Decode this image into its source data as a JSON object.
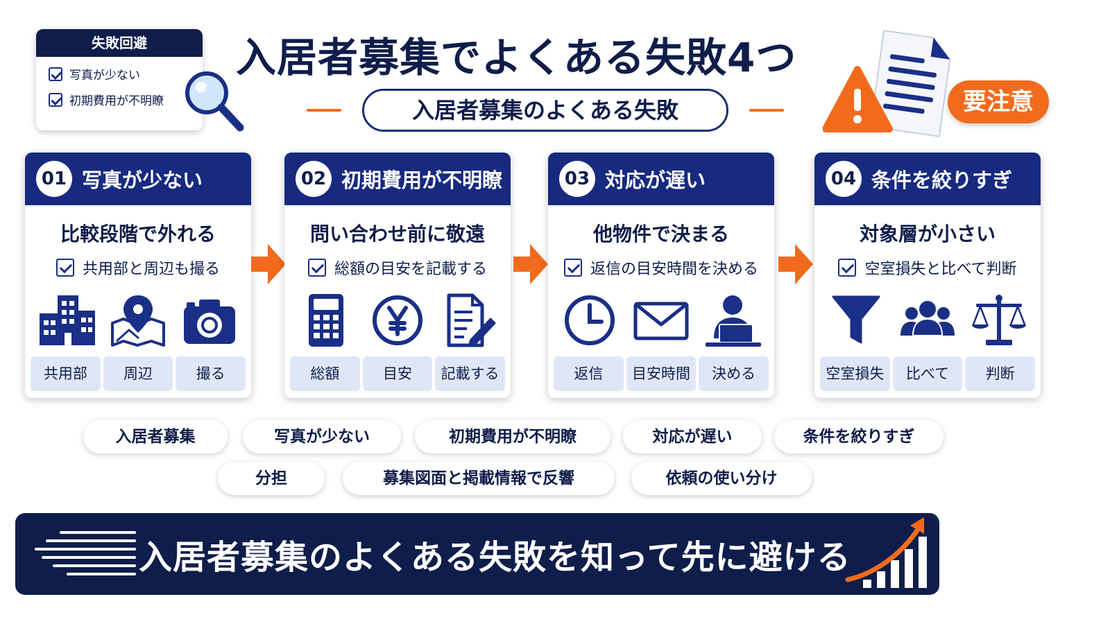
{
  "checklist": {
    "title": "失敗回避",
    "items": [
      "写真が少ない",
      "初期費用が不明瞭"
    ]
  },
  "title": "入居者募集でよくある失敗4つ",
  "subtitle": "入居者募集のよくある失敗",
  "warning_badge": "要注意",
  "colors": {
    "navy": "#172a80",
    "dark_navy": "#0f1d4a",
    "orange": "#f26b1d",
    "label_bg": "#dfe7f7"
  },
  "steps": [
    {
      "number": "01",
      "title": "写真が少ない",
      "heading": "比較段階で外れる",
      "check": "共用部と周辺も撮る",
      "icons": [
        "building-icon",
        "map-pin-icon",
        "camera-icon"
      ],
      "labels": [
        "共用部",
        "周辺",
        "撮る"
      ]
    },
    {
      "number": "02",
      "title": "初期費用が不明瞭",
      "heading": "問い合わせ前に敬遠",
      "check": "総額の目安を記載する",
      "icons": [
        "calculator-icon",
        "yen-icon",
        "document-edit-icon"
      ],
      "labels": [
        "総額",
        "目安",
        "記載する"
      ]
    },
    {
      "number": "03",
      "title": "対応が遅い",
      "heading": "他物件で決まる",
      "check": "返信の目安時間を決める",
      "icons": [
        "clock-icon",
        "mail-icon",
        "person-laptop-icon"
      ],
      "labels": [
        "返信",
        "目安時間",
        "決める"
      ]
    },
    {
      "number": "04",
      "title": "条件を絞りすぎ",
      "heading": "対象層が小さい",
      "check": "空室損失と比べて判断",
      "icons": [
        "filter-icon",
        "people-icon",
        "scale-icon"
      ],
      "labels": [
        "空室損失",
        "比べて",
        "判断"
      ]
    }
  ],
  "tags_row1": [
    "入居者募集",
    "写真が少ない",
    "初期費用が不明瞭",
    "対応が遅い",
    "条件を絞りすぎ"
  ],
  "tags_row2": [
    "分担",
    "募集図面と掲載情報で反響",
    "依頼の使い分け"
  ],
  "banner": "入居者募集のよくある失敗を知って先に避ける"
}
